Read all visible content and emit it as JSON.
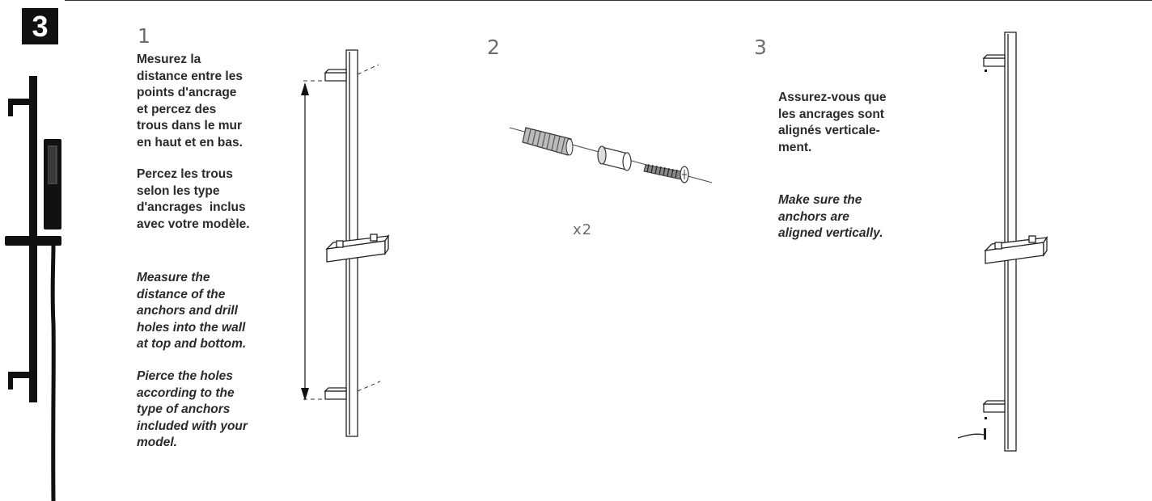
{
  "step_badge": "3",
  "step1": {
    "number": "1",
    "fr_measure": "Mesurez la\ndistance entre les\npoints d'ancrage\net percez des\ntrous dans le mur\nen haut et en bas.",
    "fr_pierce": "Percez les trous\nselon les type\nd'ancrages  inclus\navec votre modèle.",
    "en_measure": "Measure the\ndistance of the\nanchors and drill\nholes into the wall\nat top and bottom.",
    "en_pierce": "Pierce the holes\naccording to the\ntype of anchors\nincluded with your\nmodel."
  },
  "step2": {
    "number": "2",
    "quantity": "x2"
  },
  "step3": {
    "number": "3",
    "fr_text": "Assurez-vous que\nles ancrages sont\nalignés verticale-\nment.",
    "en_text": "Make sure the\nanchors are\naligned vertically."
  }
}
